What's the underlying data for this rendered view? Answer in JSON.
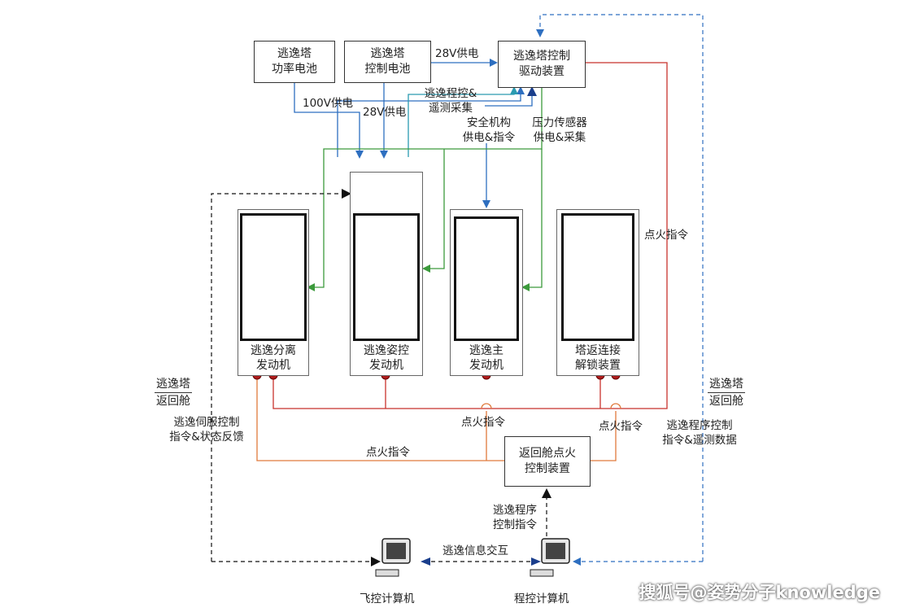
{
  "boxes": {
    "power_battery": "逃逸塔\n功率电池",
    "control_battery": "逃逸塔\n控制电池",
    "tower_driver": "逃逸塔控制\n驱动装置",
    "return_ignition": "返回舱点火\n控制装置"
  },
  "engines": {
    "separation": "逃逸分离\n发动机",
    "attitude": "逃逸姿控\n发动机",
    "main": "逃逸主\n发动机",
    "unlock": "塔返连接\n解锁装置"
  },
  "labels": {
    "v100": "100V供电",
    "v28_a": "28V供电",
    "v28_b": "28V供电",
    "program_telemetry": "逃逸程控&\n遥测采集",
    "safety_mech": "安全机构\n供电&指令",
    "pressure_sensor": "压力传感器\n供电&采集",
    "ignition_right": "点火指令",
    "ignition_mid": "点火指令",
    "ignition_mid_right": "点火指令",
    "ignition_bottom": "点火指令",
    "servo_feedback": "逃逸伺服控制\n指令&状态反馈",
    "program_control_data": "逃逸程序控制\n指令&遥测数据",
    "program_cmd": "逃逸程序\n控制指令",
    "info_exchange": "逃逸信息交互",
    "flight_computer": "飞控计算机",
    "program_computer": "程控计算机"
  },
  "divider_left": {
    "top": "逃逸塔",
    "bottom": "返回舱"
  },
  "divider_right": {
    "top": "逃逸塔",
    "bottom": "返回舱"
  },
  "watermark": "搜狐号@姿势分子knowledge",
  "colors": {
    "blue": "#2e6fc0",
    "teal": "#2a9bb0",
    "green": "#3c9a3c",
    "red": "#c8322c",
    "orange": "#e07a3c",
    "dark_red": "#9a1c1c"
  }
}
